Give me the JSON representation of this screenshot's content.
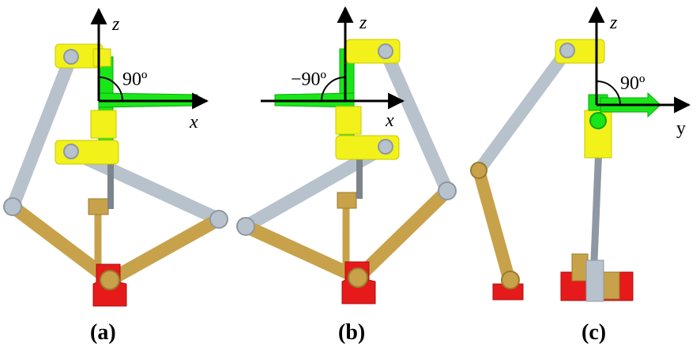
{
  "colors": {
    "yellow": "#f2f21a",
    "yellow_edge": "#c9c900",
    "green": "#19e619",
    "green_edge": "#0aa80a",
    "gray_link": "#b8c2cc",
    "gray_edge": "#8e98a2",
    "gold_link": "#c8a24a",
    "gold_edge": "#9a7a2a",
    "red_base": "#e61a1a",
    "red_edge": "#a80f0f",
    "axis": "#000000"
  },
  "panels": [
    {
      "id": "a",
      "label": "(a)",
      "horizontal_axis": "x",
      "vertical_axis": "z",
      "angle": "90º"
    },
    {
      "id": "b",
      "label": "(b)",
      "horizontal_axis": "x",
      "vertical_axis": "z",
      "angle": "−90º"
    },
    {
      "id": "c",
      "label": "(c)",
      "horizontal_axis": "y",
      "vertical_axis": "z",
      "angle": "90º"
    }
  ]
}
